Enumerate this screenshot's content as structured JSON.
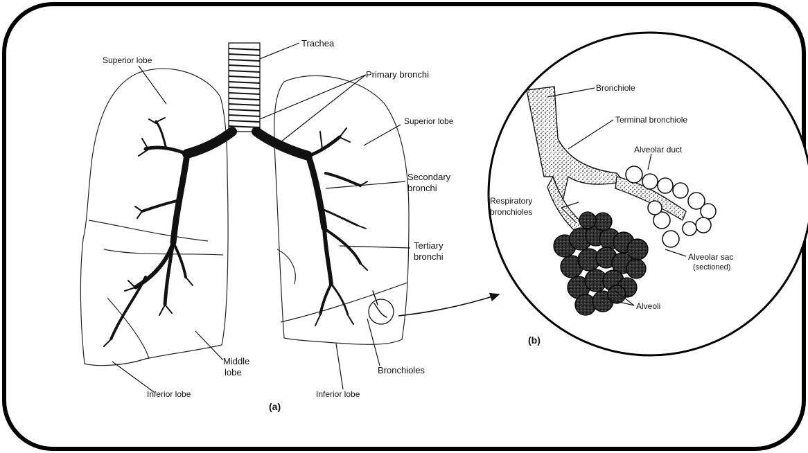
{
  "colors": {
    "ink": "#111111",
    "frame": "#000000",
    "background": "#ffffff"
  },
  "labels": {
    "trachea": "Trachea",
    "superior_lobe_left": "Superior lobe",
    "primary_bronchi": "Primary bronchi",
    "superior_lobe_right": "Superior lobe",
    "secondary_bronchi_1": "Secondary",
    "secondary_bronchi_2": "bronchi",
    "tertiary_bronchi_1": "Tertiary",
    "tertiary_bronchi_2": "bronchi",
    "middle_lobe_1": "Middle",
    "middle_lobe_2": "lobe",
    "inferior_lobe_left": "Inferior lobe",
    "inferior_lobe_right": "Inferior lobe",
    "bronchioles": "Bronchioles",
    "panel_a": "(a)",
    "bronchiole": "Bronchiole",
    "terminal_bronchiole": "Terminal bronchiole",
    "alveolar_duct": "Alveolar duct",
    "respiratory_bronchioles_1": "Respiratory",
    "respiratory_bronchioles_2": "bronchioles",
    "alveolar_sac_1": "Alveolar sac",
    "alveolar_sac_2": "(sectioned)",
    "alveoli": "Alveoli",
    "panel_b": "(b)"
  }
}
